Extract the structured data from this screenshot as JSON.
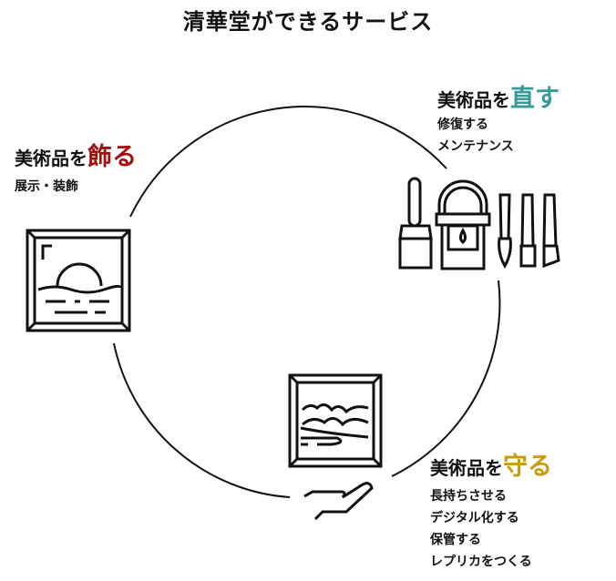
{
  "title": "清華堂ができるサービス",
  "colors": {
    "decorate": "#a30f0f",
    "repair": "#3a9a97",
    "protect": "#c99b0c"
  },
  "decorate": {
    "prefix": "美術品を",
    "verb": "飾る",
    "items": [
      "展示・装飾"
    ],
    "icon": "framed-sunset-picture-icon"
  },
  "repair": {
    "prefix": "美術品を",
    "verb": "直す",
    "items": [
      "修復する",
      "メンテナンス"
    ],
    "icon": "brush-and-paint-bucket-icon"
  },
  "protect": {
    "prefix": "美術品を",
    "verb": "守る",
    "items": [
      "長持ちさせる",
      "デジタル化する",
      "保管する",
      "レプリカをつくる"
    ],
    "icon": "hand-holding-framed-landscape-icon"
  }
}
